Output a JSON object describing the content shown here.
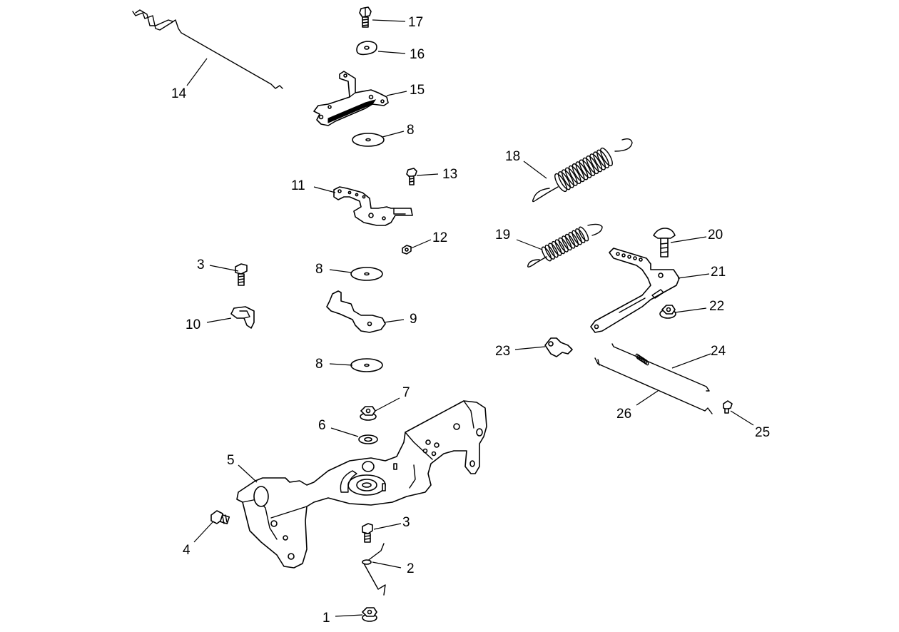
{
  "callouts": [
    {
      "id": "c1",
      "text": "1"
    },
    {
      "id": "c2",
      "text": "2"
    },
    {
      "id": "c3a",
      "text": "3"
    },
    {
      "id": "c3b",
      "text": "3"
    },
    {
      "id": "c4",
      "text": "4"
    },
    {
      "id": "c5",
      "text": "5"
    },
    {
      "id": "c6",
      "text": "6"
    },
    {
      "id": "c7",
      "text": "7"
    },
    {
      "id": "c8a",
      "text": "8"
    },
    {
      "id": "c8b",
      "text": "8"
    },
    {
      "id": "c8c",
      "text": "8"
    },
    {
      "id": "c9",
      "text": "9"
    },
    {
      "id": "c10",
      "text": "10"
    },
    {
      "id": "c11",
      "text": "11"
    },
    {
      "id": "c12",
      "text": "12"
    },
    {
      "id": "c13",
      "text": "13"
    },
    {
      "id": "c14",
      "text": "14"
    },
    {
      "id": "c15",
      "text": "15"
    },
    {
      "id": "c16",
      "text": "16"
    },
    {
      "id": "c17",
      "text": "17"
    },
    {
      "id": "c18",
      "text": "18"
    },
    {
      "id": "c19",
      "text": "19"
    },
    {
      "id": "c20",
      "text": "20"
    },
    {
      "id": "c21",
      "text": "21"
    },
    {
      "id": "c22",
      "text": "22"
    },
    {
      "id": "c23",
      "text": "23"
    },
    {
      "id": "c24",
      "text": "24"
    },
    {
      "id": "c25",
      "text": "25"
    },
    {
      "id": "c26",
      "text": "26"
    }
  ],
  "colors": {
    "line": "#000000",
    "background": "#ffffff"
  }
}
